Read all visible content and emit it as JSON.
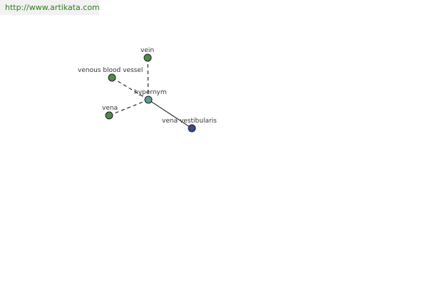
{
  "banner": {
    "url": "http://www.artikata.com"
  },
  "colors": {
    "related_node": "#4e8a4a",
    "center_node": "#5a9a98",
    "target_node": "#3a4a8c",
    "edge": "#000000"
  },
  "graph": {
    "nodes": [
      {
        "id": "vein",
        "label": "vein",
        "role": "related"
      },
      {
        "id": "venous-blood-vessel",
        "label": "venous blood vessel",
        "role": "related"
      },
      {
        "id": "hypernym",
        "label": "hypernym",
        "role": "center"
      },
      {
        "id": "vena",
        "label": "vena",
        "role": "related"
      },
      {
        "id": "vena-vestibularis",
        "label": "vena vestibularis",
        "role": "target"
      }
    ],
    "edges": [
      {
        "from": "hypernym",
        "to": "vein",
        "style": "dashed"
      },
      {
        "from": "hypernym",
        "to": "venous-blood-vessel",
        "style": "dashed"
      },
      {
        "from": "hypernym",
        "to": "vena",
        "style": "dashed"
      },
      {
        "from": "hypernym",
        "to": "vena-vestibularis",
        "style": "solid"
      }
    ]
  }
}
